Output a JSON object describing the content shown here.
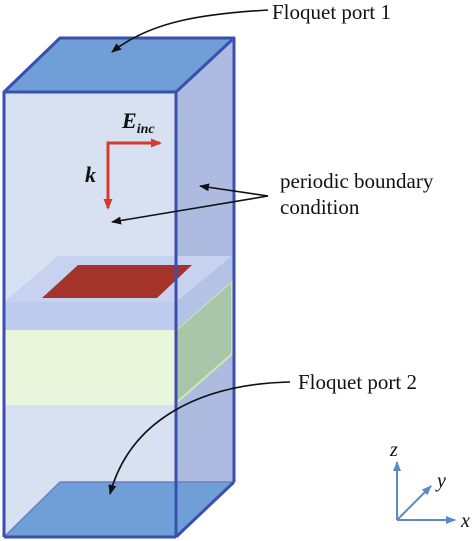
{
  "labels": {
    "port1": "Floquet port 1",
    "port2": "Floquet port 2",
    "periodic_line1": "periodic boundary",
    "periodic_line2": "condition",
    "field_main": "E",
    "field_sub": "inc",
    "wave_vector": "k"
  },
  "axes": {
    "x": "x",
    "y": "y",
    "z": "z"
  },
  "colors": {
    "box_edge": "#3a4fb0",
    "port_face": "#6f9fd6",
    "side_face": "#d7e1f1",
    "right_face": "#aebbe0",
    "substrate_top": "#c6d2f0",
    "substrate_band": "#e9f6dc",
    "substrate_right": "#a9c7a8",
    "patch": "#a3332b",
    "field_arrows": "#d63a2e",
    "axis_arrows": "#5b8ac9",
    "label_text": "#111111"
  }
}
